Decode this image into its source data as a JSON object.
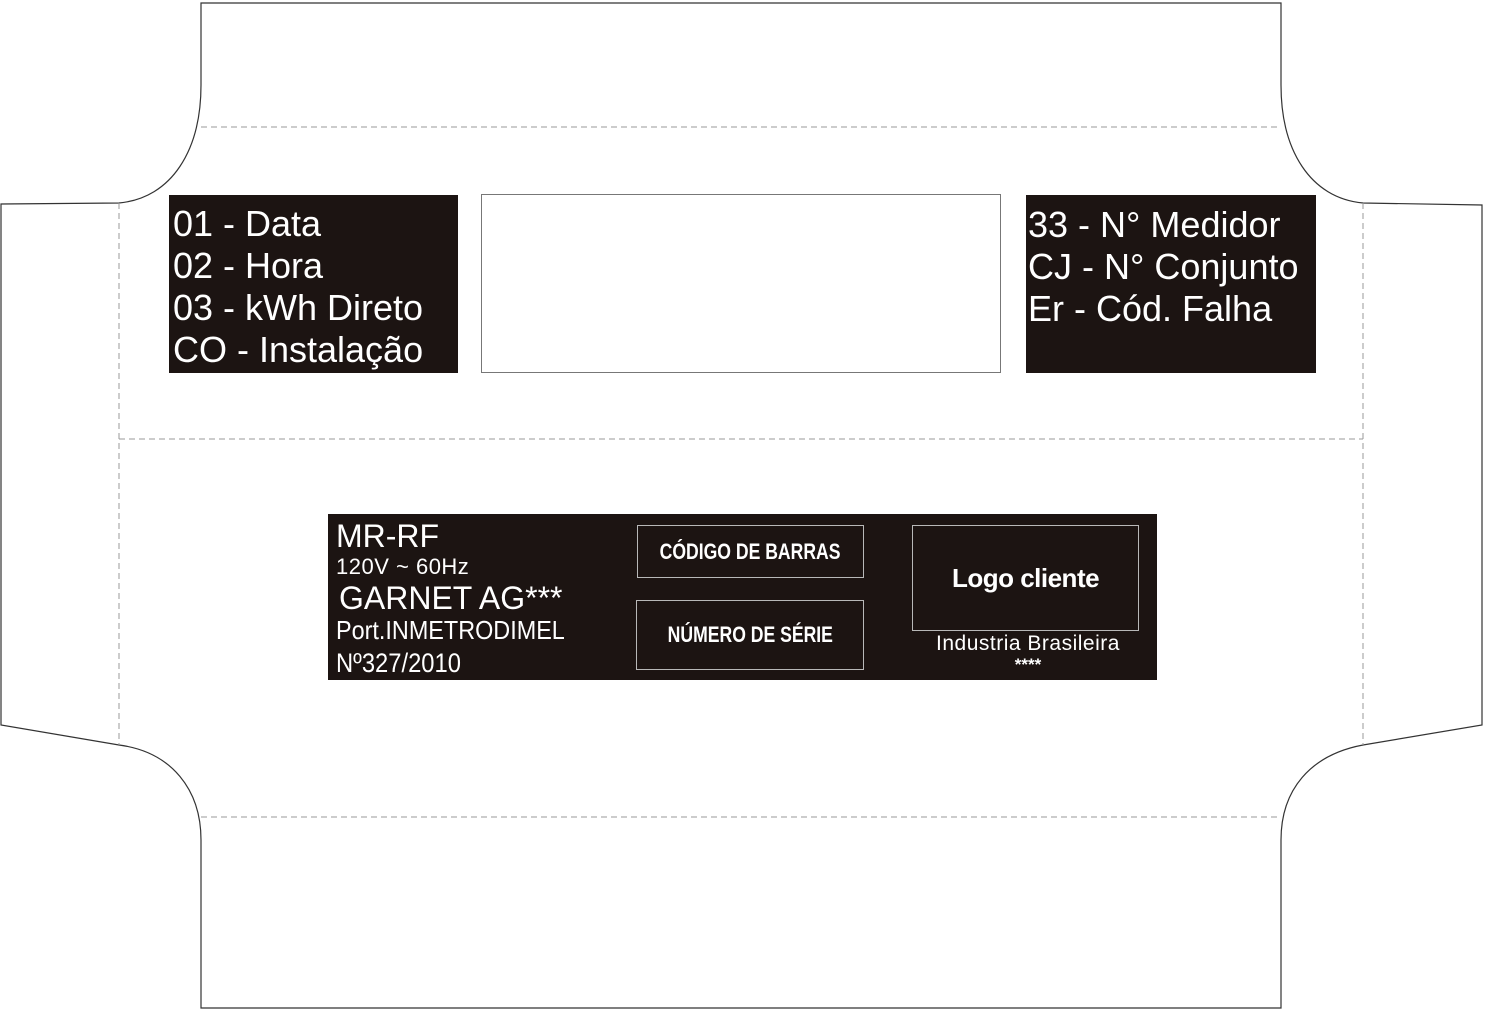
{
  "left_panel": {
    "lines": [
      "01 - Data",
      "02 - Hora",
      "03 - kWh Direto",
      "CO - Instalação"
    ]
  },
  "right_panel": {
    "lines": [
      "33 - N° Medidor",
      "CJ - N° Conjunto",
      "Er - Cód. Falha"
    ]
  },
  "nameplate": {
    "model": "MR-RF",
    "voltage": "120V ~ 60Hz",
    "manufacturer": "GARNET AG***",
    "portaria": "Port.INMETRODIMEL",
    "portaria_number": "Nº327/2010",
    "barcode_label": "CÓDIGO DE BARRAS",
    "serial_label": "NÚMERO DE SÉRIE",
    "logo_label": "Logo cliente",
    "origin": "Industria Brasileira",
    "stars": "****"
  },
  "colors": {
    "panel_fill": "#1c1412",
    "outline_stroke": "#333333",
    "fold_line": "#999999"
  }
}
